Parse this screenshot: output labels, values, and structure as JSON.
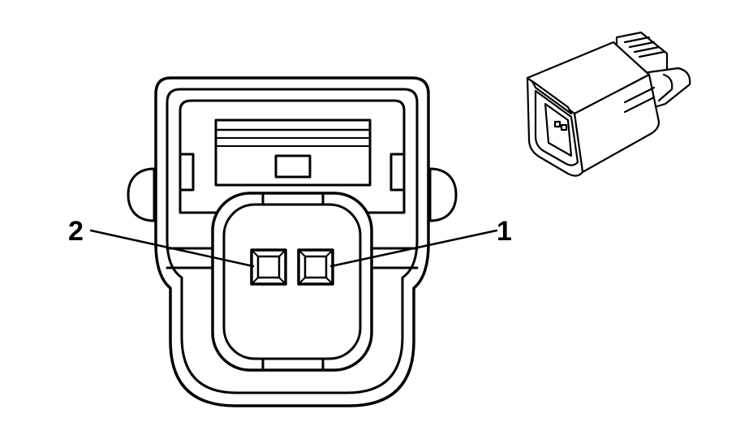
{
  "diagram": {
    "callouts": [
      {
        "id": "pin-2",
        "label": "2"
      },
      {
        "id": "pin-1",
        "label": "1"
      }
    ],
    "colors": {
      "stroke": "#000000",
      "fill": "#ffffff"
    }
  }
}
